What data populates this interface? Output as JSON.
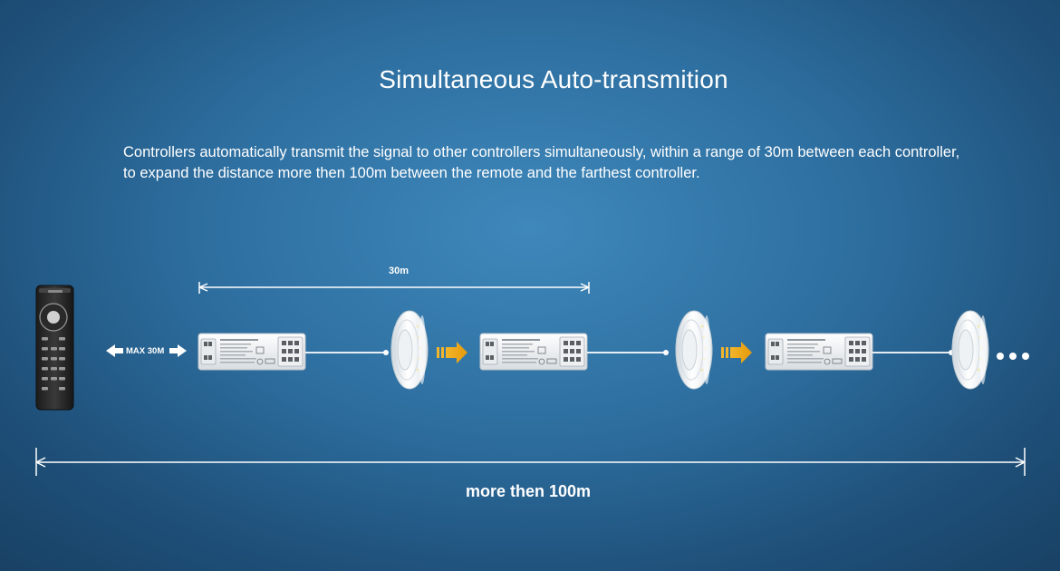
{
  "title": "Simultaneous Auto-transmition",
  "description": {
    "line1": "Controllers automatically transmit the signal to other controllers simultaneously, within a range of 30m between each controller,",
    "line2": "to expand the distance more then 100m between the remote and the farthest controller."
  },
  "span_label": "30m",
  "range_label": "MAX  30M",
  "total_label": "more then 100m",
  "colors": {
    "background": "#2d6e9f",
    "arrow": "#f0a818",
    "line": "#ffffff"
  }
}
